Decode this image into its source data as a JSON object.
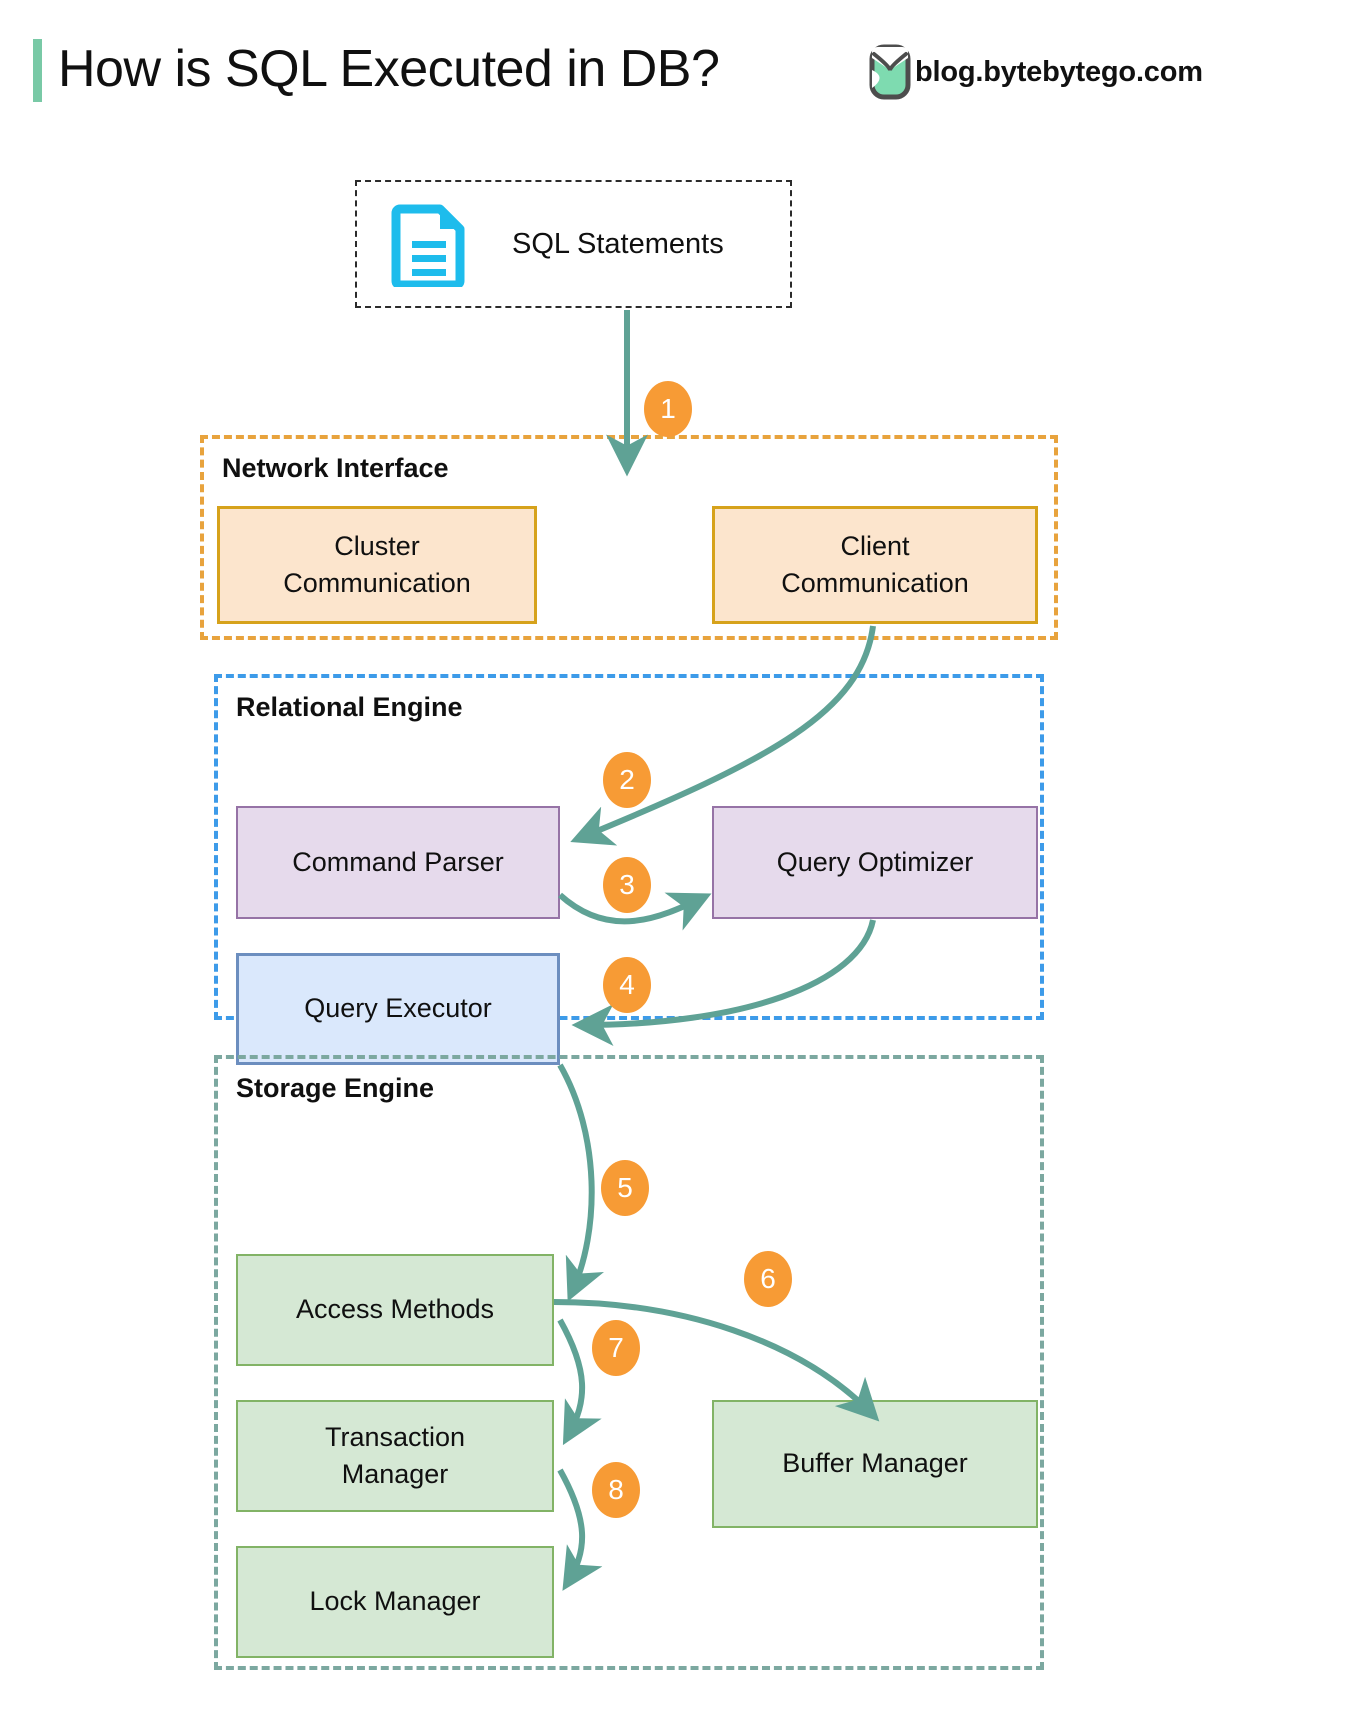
{
  "header": {
    "title": "How is SQL Executed in DB?",
    "brand_text": "blog.bytebytego.com",
    "accent_color": "#79C9A6",
    "logo_icon": "bytebytego-logo-icon"
  },
  "source": {
    "label": "SQL Statements",
    "icon": "document-icon",
    "icon_color": "#1EBCEC"
  },
  "groups": [
    {
      "id": "network-interface",
      "label": "Network Interface",
      "border_color": "#E8A33D",
      "nodes": [
        {
          "id": "cluster-communication",
          "label": "Cluster\nCommunication",
          "fill": "#FCE5CD",
          "stroke": "#D6A21B"
        },
        {
          "id": "client-communication",
          "label": "Client\nCommunication",
          "fill": "#FCE5CD",
          "stroke": "#D6A21B"
        }
      ]
    },
    {
      "id": "relational-engine",
      "label": "Relational Engine",
      "border_color": "#3D9BE9",
      "nodes": [
        {
          "id": "command-parser",
          "label": "Command Parser",
          "fill": "#E6DAEC",
          "stroke": "#9673A6"
        },
        {
          "id": "query-optimizer",
          "label": "Query Optimizer",
          "fill": "#E6DAEC",
          "stroke": "#9673A6"
        },
        {
          "id": "query-executor",
          "label": "Query Executor",
          "fill": "#DAE8FC",
          "stroke": "#6C8EBF"
        }
      ]
    },
    {
      "id": "storage-engine",
      "label": "Storage Engine",
      "border_color": "#7CA8A0",
      "nodes": [
        {
          "id": "access-methods",
          "label": "Access Methods",
          "fill": "#D5E8D4",
          "stroke": "#82B366"
        },
        {
          "id": "transaction-manager",
          "label": "Transaction\nManager",
          "fill": "#D5E8D4",
          "stroke": "#82B366"
        },
        {
          "id": "lock-manager",
          "label": "Lock Manager",
          "fill": "#D5E8D4",
          "stroke": "#82B366"
        },
        {
          "id": "buffer-manager",
          "label": "Buffer Manager",
          "fill": "#D5E8D4",
          "stroke": "#82B366"
        }
      ]
    }
  ],
  "steps": [
    {
      "n": "1",
      "from": "sql-statements",
      "to": "network-interface"
    },
    {
      "n": "2",
      "from": "client-communication",
      "to": "command-parser"
    },
    {
      "n": "3",
      "from": "command-parser",
      "to": "query-optimizer"
    },
    {
      "n": "4",
      "from": "query-optimizer",
      "to": "query-executor"
    },
    {
      "n": "5",
      "from": "query-executor",
      "to": "access-methods"
    },
    {
      "n": "6",
      "from": "access-methods",
      "to": "buffer-manager"
    },
    {
      "n": "7",
      "from": "access-methods",
      "to": "transaction-manager"
    },
    {
      "n": "8",
      "from": "transaction-manager",
      "to": "lock-manager"
    }
  ],
  "colors": {
    "arrow": "#5FA295",
    "badge": "#F79B35",
    "badge_text": "#ffffff"
  }
}
